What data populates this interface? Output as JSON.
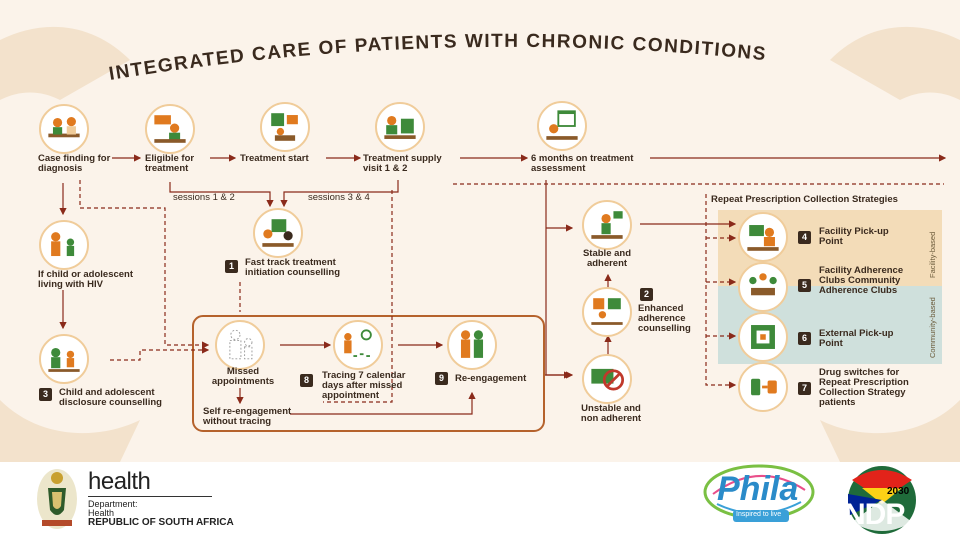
{
  "title": "INTEGRATED CARE OF PATIENTS WITH CHRONIC CONDITIONS",
  "top_flow": {
    "case_finding": "Case finding for diagnosis",
    "eligible": "Eligible for treatment",
    "treatment_start": "Treatment start",
    "treatment_supply": "Treatment supply visit 1 & 2",
    "six_months": "6 months on treatment assessment",
    "sessions_1_2": "sessions 1 & 2",
    "sessions_3_4": "sessions 3 & 4"
  },
  "fast_track": {
    "number": "1",
    "label": "Fast track treatment initiation counselling"
  },
  "child_adolescent": "If child or adolescent living with HIV",
  "disclosure": {
    "number": "3",
    "label": "Child and adolescent disclosure counselling"
  },
  "missed": "Missed appointments",
  "self_reengagement": "Self re-engagement without tracing",
  "tracing": {
    "number": "8",
    "label": "Tracing 7 calendar days after missed appointment"
  },
  "reengagement": {
    "number": "9",
    "label": "Re-engagement"
  },
  "stable": "Stable and adherent",
  "enhanced": {
    "number": "2",
    "label": "Enhanced adherence counselling"
  },
  "unstable": "Unstable and non adherent",
  "repeat_strategies": {
    "header": "Repeat Prescription Collection Strategies",
    "facility_based": "Facility-based",
    "community_based": "Community-based",
    "items": [
      {
        "number": "4",
        "label": "Facility Pick-up Point"
      },
      {
        "number": "5",
        "label": "Facility Adherence Clubs Community Adherence Clubs"
      },
      {
        "number": "6",
        "label": "External Pick-up Point"
      },
      {
        "number": "7",
        "label": "Drug switches for Repeat Prescription Collection Strategy patients"
      }
    ]
  },
  "footer": {
    "health": "health",
    "department": "Department:",
    "dept_name": "Health",
    "country": "REPUBLIC OF SOUTH AFRICA",
    "phila": "Phila",
    "phila_tagline": "Inspired to live",
    "ndp": "NDP",
    "ndp_year": "2030"
  },
  "colors": {
    "dark_brown": "#3a2a1e",
    "arrow_red": "#8a2a1a",
    "accent_orange": "#e07a1f",
    "accent_green": "#3e8a3a",
    "facility_panel": "#f3dcb8",
    "community_panel": "#cfe0dc",
    "highlight_box": "#b5622c"
  },
  "icons": [
    "case-finding-icon",
    "eligible-icon",
    "treatment-start-icon",
    "treatment-supply-icon",
    "six-months-icon",
    "fast-track-icon",
    "child-adolescent-icon",
    "disclosure-icon",
    "missed-appointments-icon",
    "tracing-icon",
    "reengagement-icon",
    "stable-icon",
    "enhanced-icon",
    "unstable-icon",
    "facility-pickup-icon",
    "adherence-clubs-icon",
    "external-pickup-icon",
    "drug-switch-icon"
  ]
}
